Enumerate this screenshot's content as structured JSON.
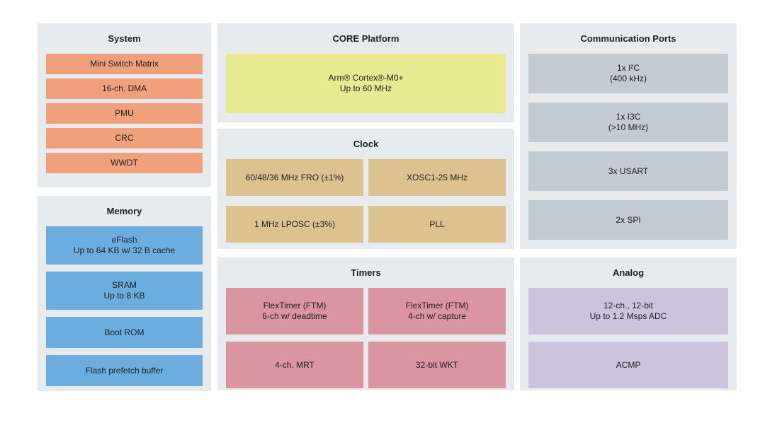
{
  "colors": {
    "page_bg": "#ffffff",
    "panel_bg": "#e7ebee",
    "text": "#202124",
    "system_block": "#f0a17b",
    "memory_block": "#6caddf",
    "core_block": "#e7ea90",
    "clock_block": "#dcc28e",
    "timers_block": "#da95a1",
    "comm_block": "#c3cbd2",
    "analog_block": "#ccc3dc"
  },
  "panels": {
    "system": {
      "title": "System",
      "color": "#f0a17b",
      "blocks": [
        {
          "line1": "Mini Switch Matrix"
        },
        {
          "line1": "16-ch. DMA"
        },
        {
          "line1": "PMU"
        },
        {
          "line1": "CRC"
        },
        {
          "line1": "WWDT"
        }
      ]
    },
    "memory": {
      "title": "Memory",
      "color": "#6caddf",
      "blocks": [
        {
          "line1": "eFlash",
          "line2": "Up to 64 KB w/ 32 B cache"
        },
        {
          "line1": "SRAM",
          "line2": "Up to 8 KB"
        },
        {
          "line1": "Boot ROM"
        },
        {
          "line1": "Flash prefetch buffer"
        }
      ]
    },
    "core": {
      "title": "CORE Platform",
      "color": "#e7ea90",
      "blocks": [
        {
          "line1": "Arm® Cortex®-M0+",
          "line2": "Up to 60 MHz"
        }
      ]
    },
    "clock": {
      "title": "Clock",
      "color": "#dcc28e",
      "blocks": [
        {
          "line1": "60/48/36 MHz FRO (±1%)"
        },
        {
          "line1": "XOSC1-25 MHz"
        },
        {
          "line1": "1 MHz LPOSC (±3%)"
        },
        {
          "line1": "PLL"
        }
      ]
    },
    "timers": {
      "title": "Timers",
      "color": "#da95a1",
      "blocks": [
        {
          "line1": "FlexTimer (FTM)",
          "line2": "6-ch w/ deadtime"
        },
        {
          "line1": "FlexTimer (FTM)",
          "line2": "4-ch w/ capture"
        },
        {
          "line1": "4-ch. MRT"
        },
        {
          "line1": "32-bit WKT"
        }
      ]
    },
    "comm": {
      "title": "Communication Ports",
      "color": "#c3cbd2",
      "blocks": [
        {
          "line1": "1x I²C",
          "line2": "(400 kHz)"
        },
        {
          "line1": "1x I3C",
          "line2": "(>10 MHz)"
        },
        {
          "line1": "3x USART"
        },
        {
          "line1": "2x SPI"
        }
      ]
    },
    "analog": {
      "title": "Analog",
      "color": "#ccc3dc",
      "blocks": [
        {
          "line1": "12-ch., 12-bit",
          "line2": "Up to 1.2 Msps ADC"
        },
        {
          "line1": "ACMP"
        }
      ]
    }
  }
}
